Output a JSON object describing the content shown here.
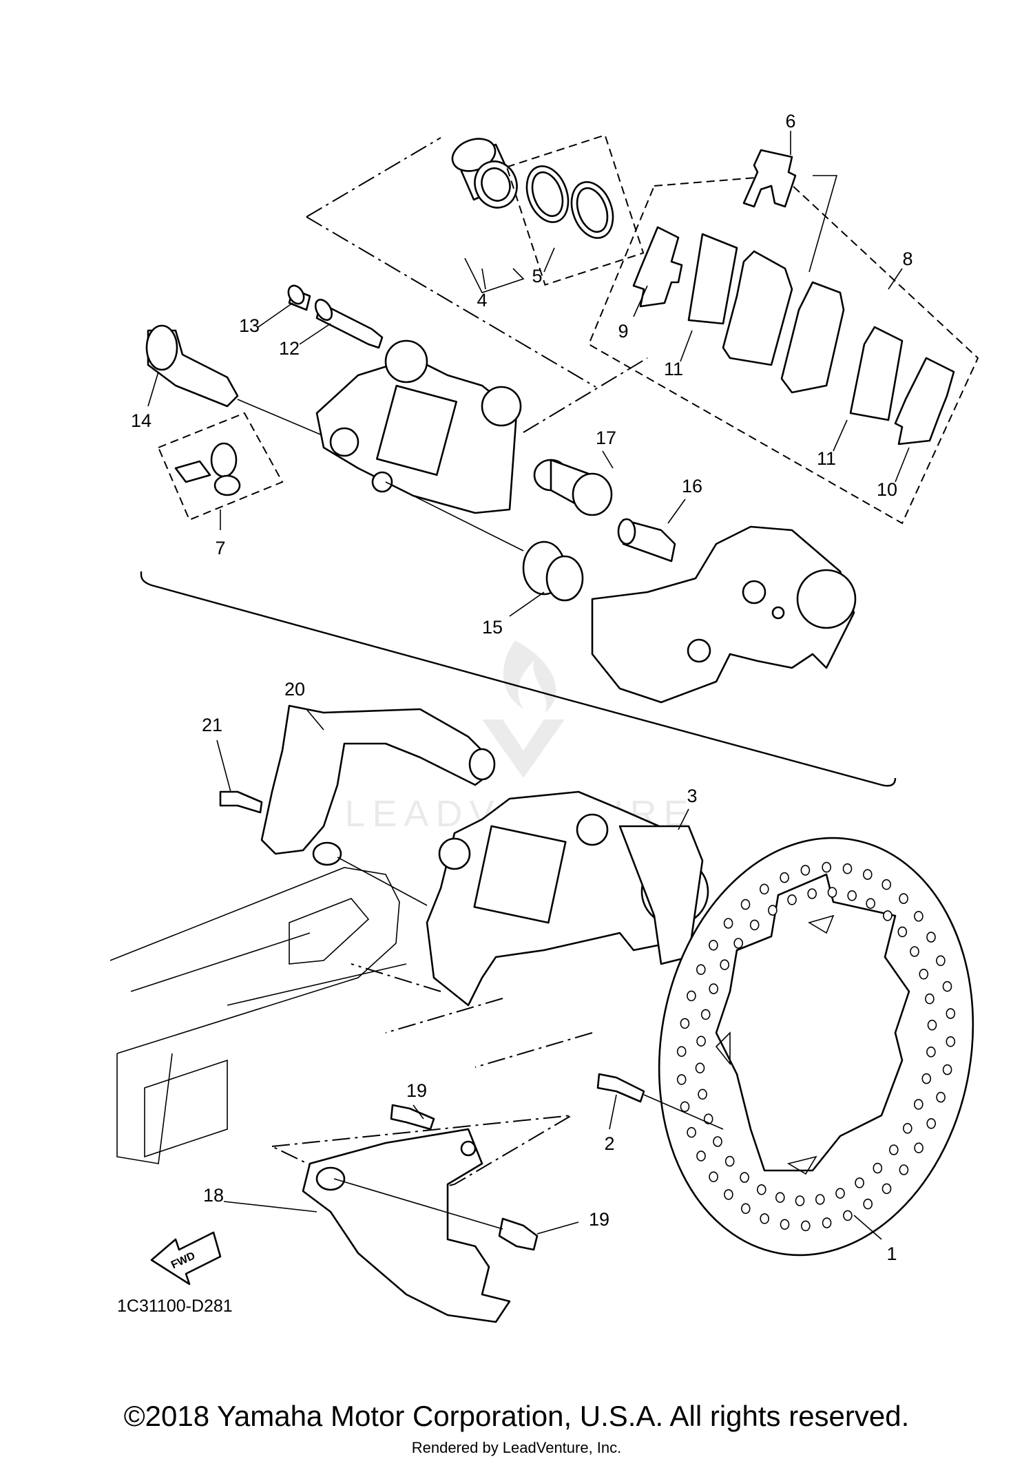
{
  "diagram": {
    "callouts": [
      "1",
      "2",
      "3",
      "4",
      "5",
      "6",
      "7",
      "8",
      "9",
      "10",
      "11",
      "11",
      "12",
      "13",
      "14",
      "15",
      "16",
      "17",
      "18",
      "19",
      "19",
      "20",
      "21"
    ],
    "direction_arrow": "FWD",
    "drawing_code": "1C31100-D281",
    "watermark": "LEADVENTURE"
  },
  "footer": {
    "copyright": "©2018 Yamaha Motor Corporation, U.S.A. All rights reserved.",
    "rendered_by": "Rendered by LeadVenture, Inc."
  }
}
